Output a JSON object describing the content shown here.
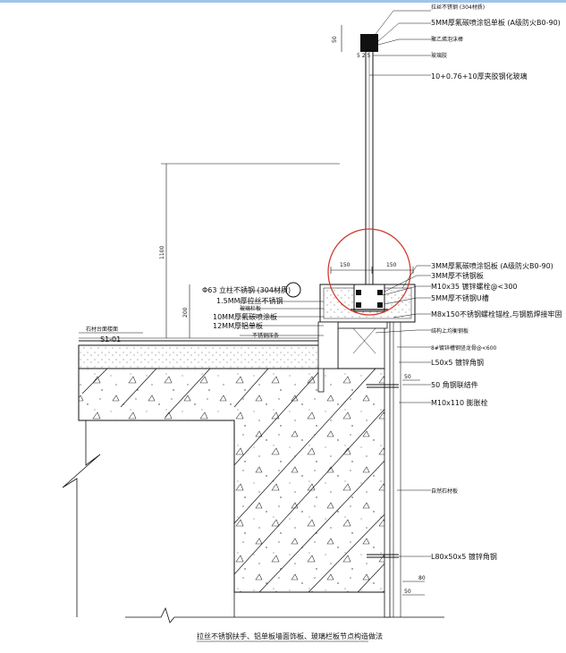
{
  "caption": "拉丝不锈钢扶手、铝单板墙面饰板、玻璃栏板节点构造做法",
  "top_labels": [
    "拉丝不锈钢 (304材质)",
    "5MM厚氟碳喷涂铝单板 (A级防火B0-90)",
    "聚乙烯泡沫棒",
    "玻璃胶",
    "10+0.76+10厚夹胶钢化玻璃"
  ],
  "right_labels": [
    "3MM厚氟碳喷涂铝板 (A级防火B0-90)",
    "3MM厚不锈钢板",
    "M10x35 镀锌螺栓@<300",
    "5MM厚不锈钢U槽",
    "M8x150不锈钢螺栓锚栓,与钢筋焊接牢固",
    "结构上均衡钢板",
    "8#镀锌槽钢竖龙骨@<600",
    "L50x5 镀锌角钢",
    "50 角钢联结件",
    "M10x110 膨胀栓",
    "自然石材板",
    "L80x50x5 镀锌角钢"
  ],
  "left_labels": [
    "Φ63 立柱不锈钢 (304材质)",
    "1.5MM厚拉丝不锈钢",
    "玻璃栏板",
    "10MM厚氟碳喷涂板",
    "12MM厚铝单板",
    "不锈钢压条",
    "石材台面楼面",
    "S1-01"
  ],
  "dimensions": {
    "d50": "50",
    "d5215": "5 2 5",
    "d150a": "150",
    "d150b": "150",
    "d1100": "1100",
    "d200": "200",
    "d50r": "50",
    "d80": "80",
    "d50b": "50"
  },
  "colors": {
    "line": "#111111",
    "highlight": "#d23a2e",
    "frame": "#9fc4ea"
  }
}
